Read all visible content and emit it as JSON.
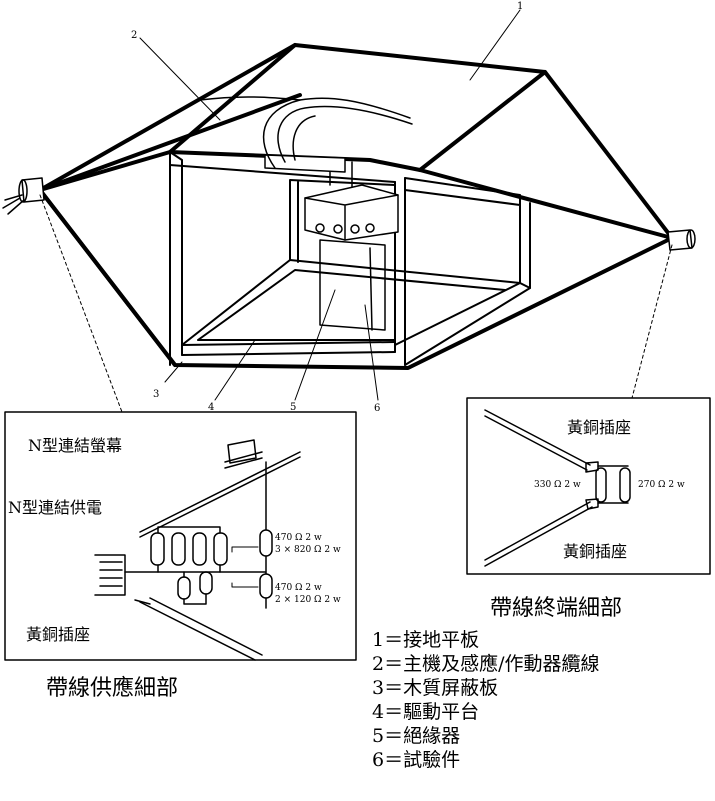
{
  "callouts": [
    "1",
    "2",
    "3",
    "4",
    "5",
    "6"
  ],
  "left_inset": {
    "screen_label": "N型連結螢幕",
    "power_label": "N型連結供電",
    "socket_label": "黃銅插座",
    "r1_top": "470 Ω 2 w",
    "r1_bottom": "3 × 820 Ω 2 w",
    "r2_top": "470 Ω 2 w",
    "r2_bottom": "2 × 120 Ω 2 w",
    "caption": "帶線供應細部"
  },
  "right_inset": {
    "socket_top": "黃銅插座",
    "socket_bottom": "黃銅插座",
    "r_left": "330 Ω 2 w",
    "r_right": "270 Ω 2 w",
    "caption": "帶線終端細部"
  },
  "legend": [
    "1＝接地平板",
    "2＝主機及感應/作動器纜線",
    "3＝木質屏蔽板",
    "4＝驅動平台",
    "5＝絕緣器",
    "6＝試驗件"
  ]
}
